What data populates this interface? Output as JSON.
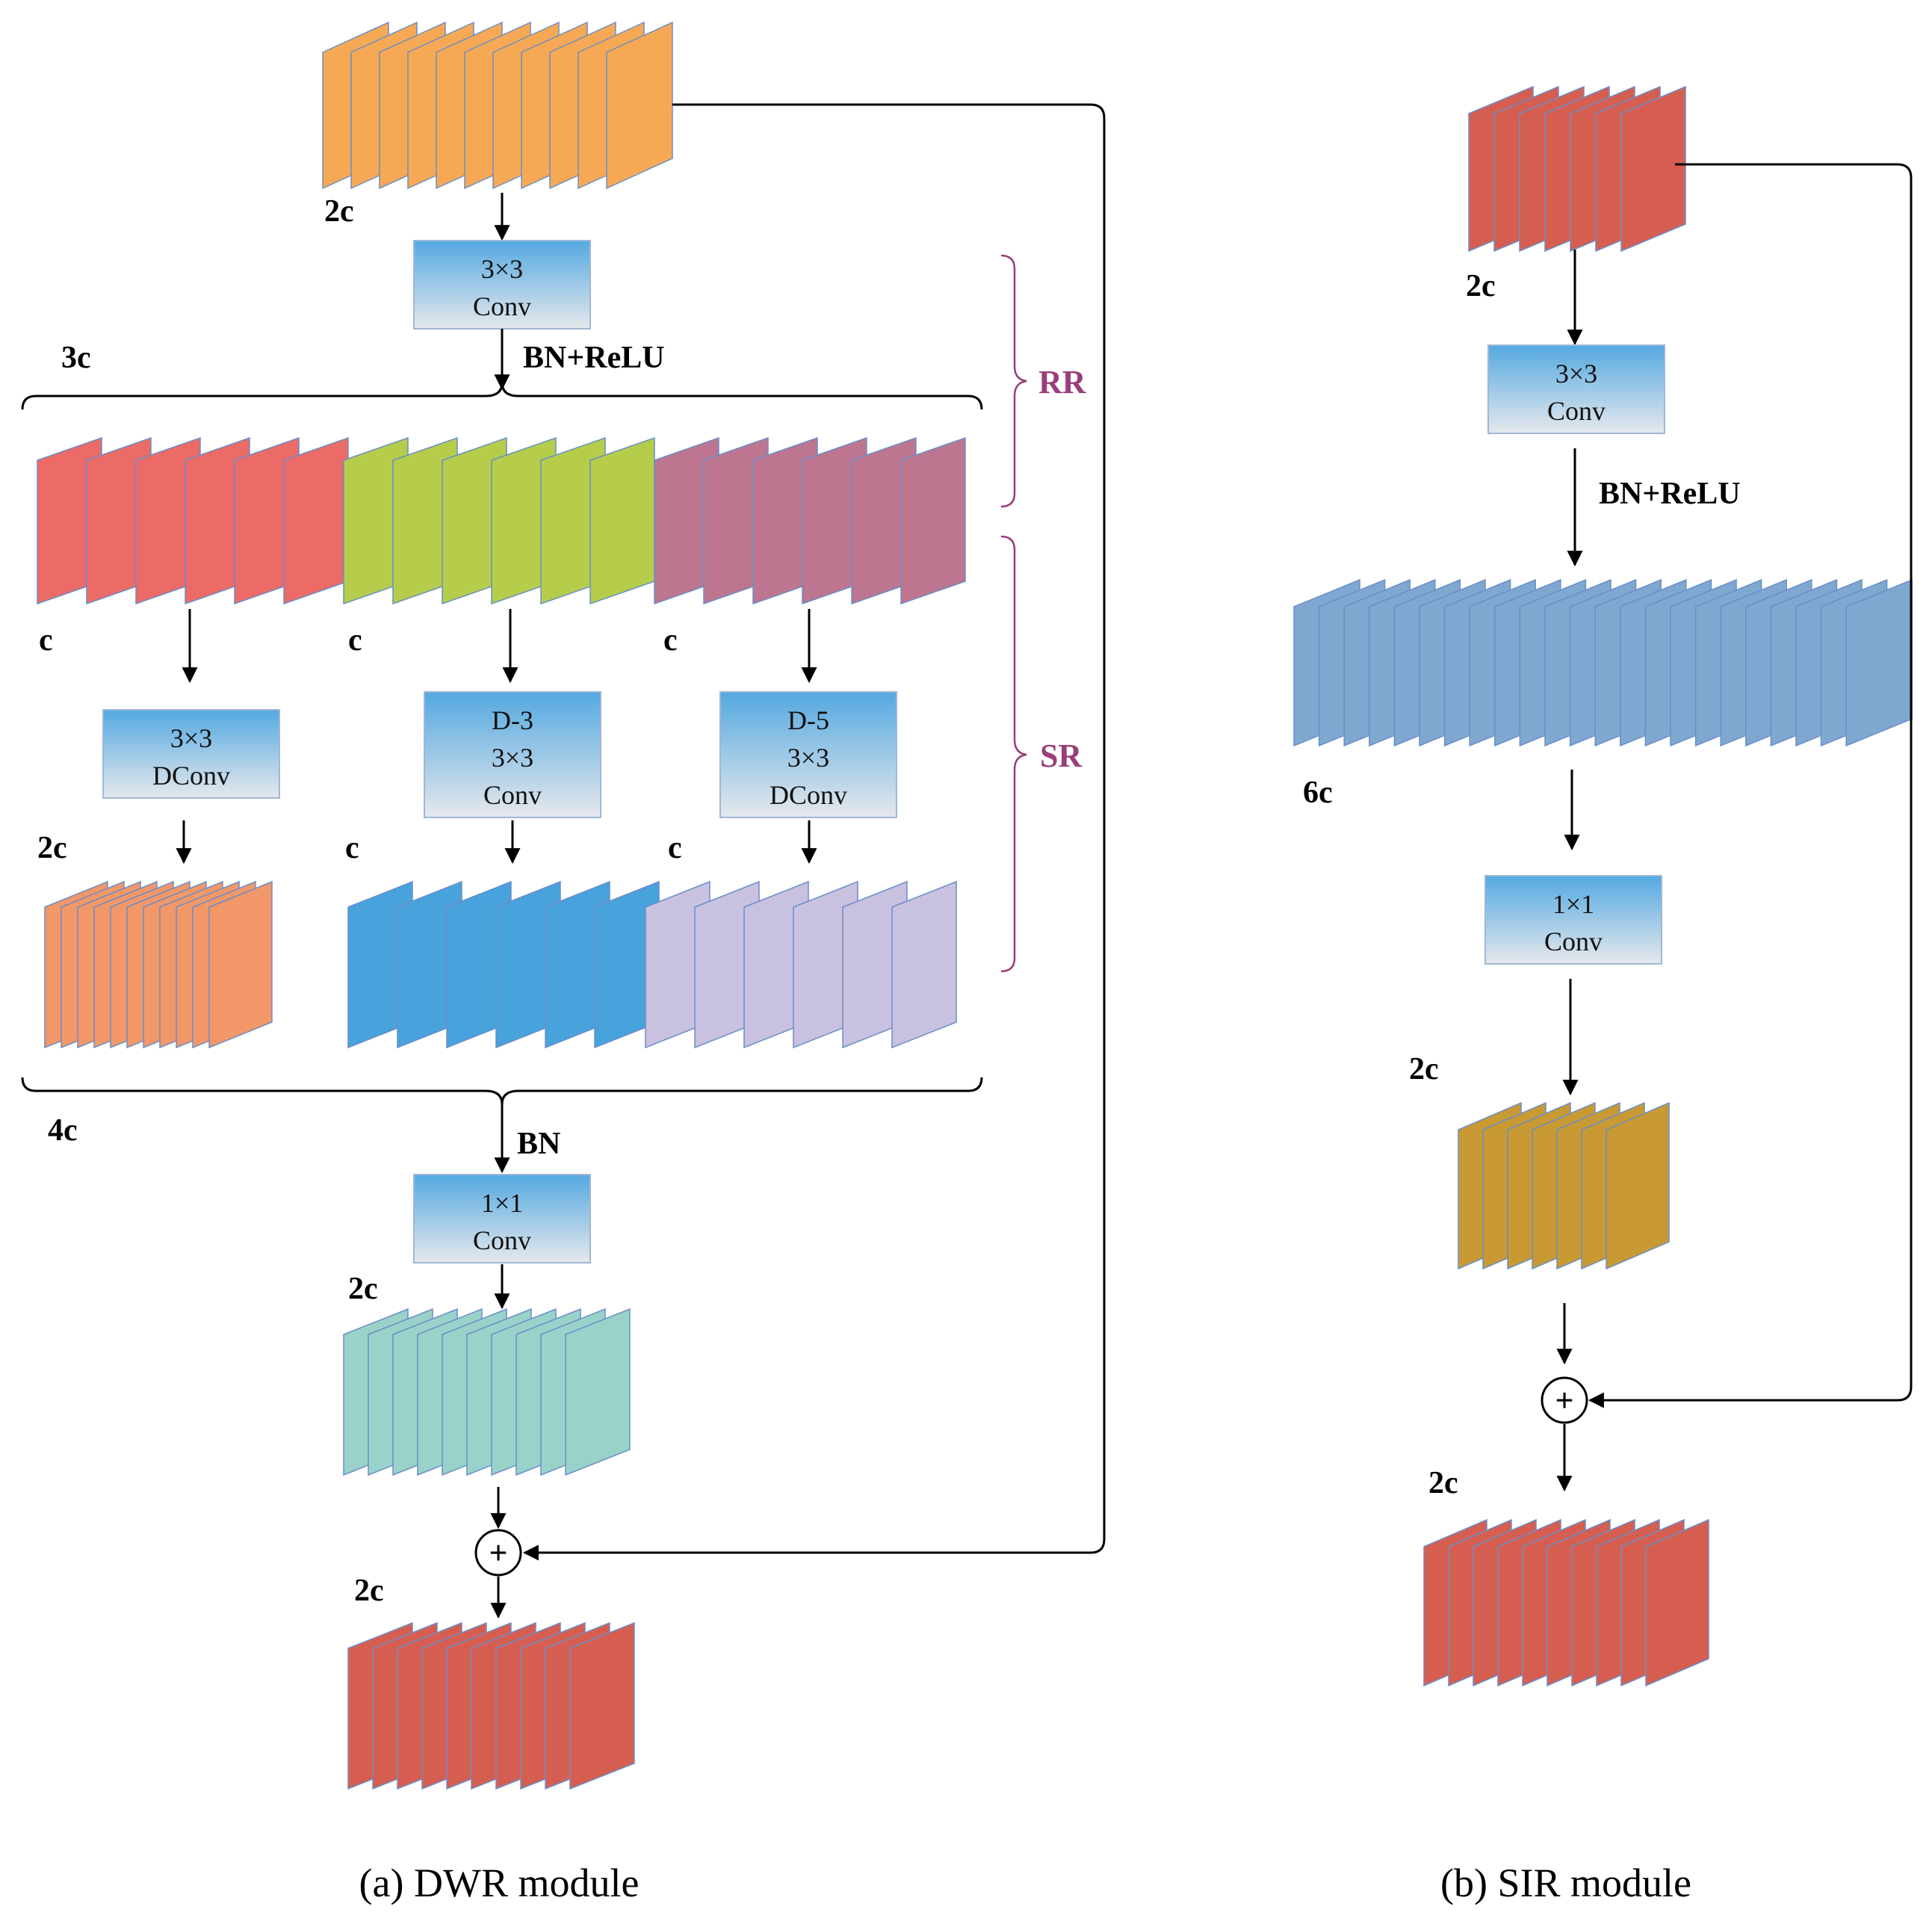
{
  "colors": {
    "orange": "#F6A954",
    "red": "#EC6B66",
    "green": "#B5CD4B",
    "mauve": "#BE7590",
    "salmon": "#F29768",
    "blue": "#48A2DC",
    "lavender": "#C9C1E0",
    "teal": "#99D2C9",
    "brick": "#D65E50",
    "steel": "#7FA8D0",
    "gold": "#C99A33",
    "brace": "#9A3E7A",
    "layer_edge": "#6A8EC8",
    "box_top": "#54A9E1",
    "box_bottom": "#E6E8EC"
  },
  "dwr": {
    "caption": "(a) DWR module",
    "input_label": "2c",
    "conv1": {
      "line1": "3×3",
      "line2": "Conv"
    },
    "bn_relu": "BN+ReLU",
    "split_label": "3c",
    "branch_labels": [
      "c",
      "c",
      "c"
    ],
    "branch_conv_a": {
      "line1": "3×3",
      "line2": "DConv"
    },
    "branch_conv_b": {
      "line1": "D-3",
      "line2": "3×3",
      "line3": "Conv"
    },
    "branch_conv_c": {
      "line1": "D-5",
      "line2": "3×3",
      "line3": "DConv"
    },
    "branch_out_labels": [
      "2c",
      "c",
      "c"
    ],
    "concat_label": "4c",
    "bn": "BN",
    "conv2": {
      "line1": "1×1",
      "line2": "Conv"
    },
    "conv2_out_label": "2c",
    "plus": "+",
    "output_label": "2c",
    "rr": "RR",
    "sr": "SR"
  },
  "sir": {
    "caption": "(b) SIR module",
    "input_label": "2c",
    "conv1": {
      "line1": "3×3",
      "line2": "Conv"
    },
    "bn_relu": "BN+ReLU",
    "expand_label": "6c",
    "conv2": {
      "line1": "1×1",
      "line2": "Conv"
    },
    "reduce_label": "2c",
    "plus": "+",
    "output_label": "2c"
  }
}
